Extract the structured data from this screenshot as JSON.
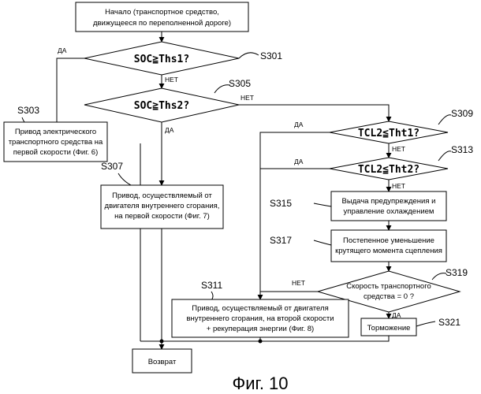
{
  "caption": "Фиг. 10",
  "nodes": {
    "start": {
      "line1": "Начало (транспортное средство,",
      "line2": "движущееся по переполненной дороге)"
    },
    "s301": {
      "step": "S301",
      "condition": "SOC≧Ths1?",
      "yes_label": "ДА",
      "no_label": "НЕТ"
    },
    "s305": {
      "step": "S305",
      "condition": "SOC≧Ths2?",
      "yes_label": "ДА",
      "no_label": "НЕТ"
    },
    "s303": {
      "step": "S303",
      "lines": [
        "Привод электрического",
        "транспортного средства на",
        "первой скорости (Фиг. 6)"
      ]
    },
    "s307": {
      "step": "S307",
      "lines": [
        "Привод, осуществляемый от",
        "двигателя внутреннего сгорания,",
        "на первой скорости (Фиг. 7)"
      ]
    },
    "s309": {
      "step": "S309",
      "condition": "TCL2≦Tht1?",
      "yes_label": "ДА",
      "no_label": "НЕТ"
    },
    "s313": {
      "step": "S313",
      "condition": "TCL2≦Tht2?",
      "yes_label": "ДА",
      "no_label": "НЕТ"
    },
    "s315": {
      "step": "S315",
      "lines": [
        "Выдача предупреждения и",
        "управление охлаждением"
      ]
    },
    "s317": {
      "step": "S317",
      "lines": [
        "Постепенное уменьшение",
        "крутящего момента сцепления"
      ]
    },
    "s319": {
      "step": "S319",
      "lines": [
        "Скорость транспортного",
        "средства = 0 ?"
      ],
      "yes_label": "ДА",
      "no_label": "НЕТ"
    },
    "s311": {
      "step": "S311",
      "lines": [
        "Привод, осуществляемый от двигателя",
        "внутреннего сгорания, на второй скорости",
        "+ рекуперация энергии (Фиг. 8)"
      ]
    },
    "s321": {
      "step": "S321",
      "text": "Торможение"
    },
    "return": {
      "text": "Возврат"
    }
  }
}
